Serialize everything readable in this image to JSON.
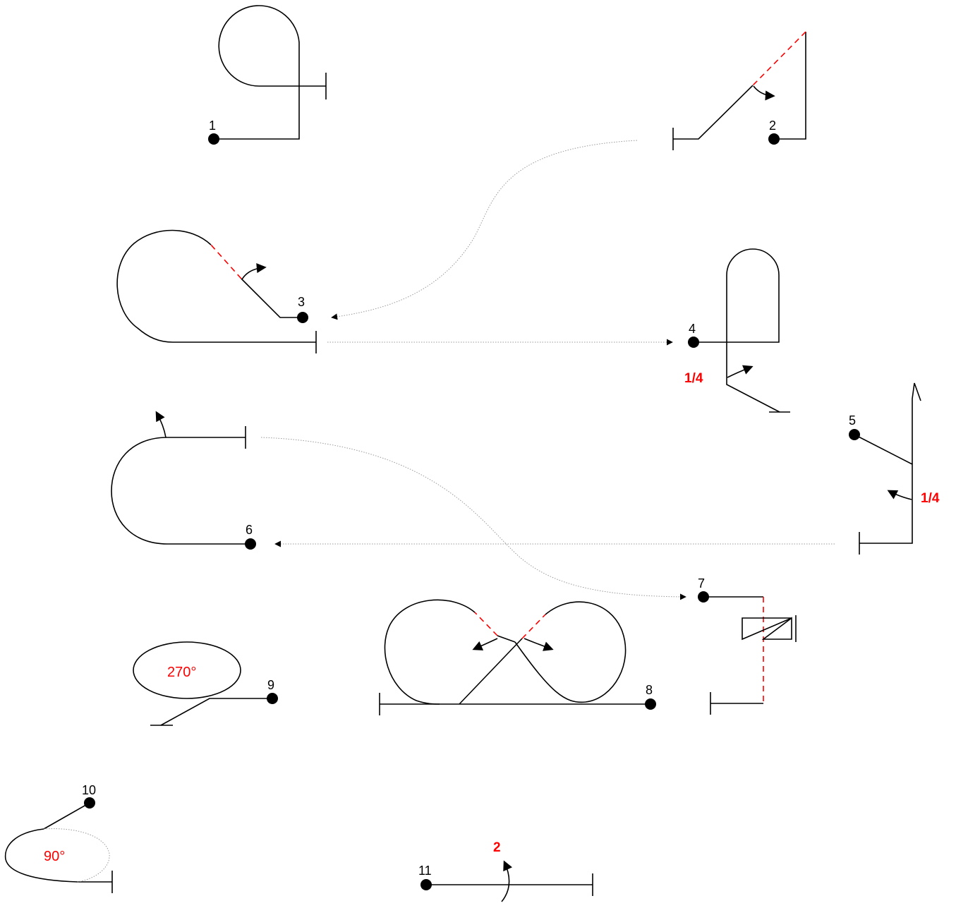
{
  "figures": [
    {
      "id": "1",
      "label": "1"
    },
    {
      "id": "2",
      "label": "2"
    },
    {
      "id": "3",
      "label": "3"
    },
    {
      "id": "4",
      "label": "4",
      "roll": "1/4"
    },
    {
      "id": "5",
      "label": "5",
      "roll": "1/4"
    },
    {
      "id": "6",
      "label": "6"
    },
    {
      "id": "7",
      "label": "7"
    },
    {
      "id": "8",
      "label": "8"
    },
    {
      "id": "9",
      "label": "9",
      "angle": "270°"
    },
    {
      "id": "10",
      "label": "10",
      "angle": "90°"
    },
    {
      "id": "11",
      "label": "11",
      "roll": "2"
    }
  ],
  "colors": {
    "line": "#000000",
    "accent": "#ff0000",
    "connector": "#9a9a9a"
  }
}
